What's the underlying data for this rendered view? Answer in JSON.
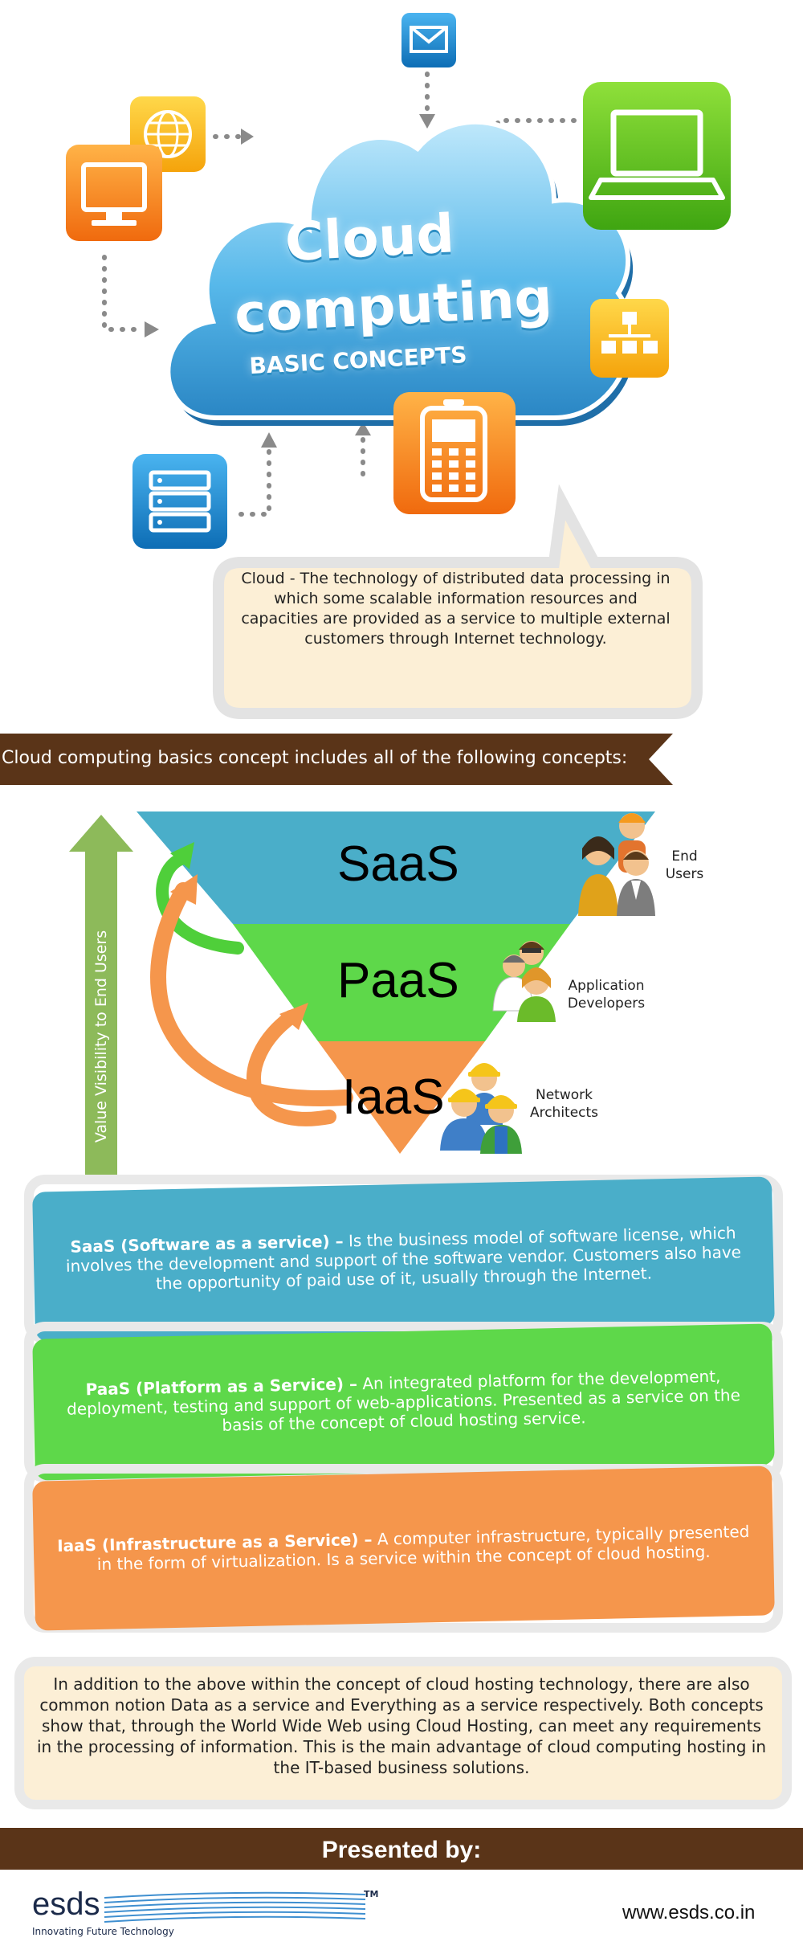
{
  "header": {
    "title_line1": "Cloud",
    "title_line2": "computing",
    "title_line3": "BASIC CONCEPTS",
    "cloud_definition": "Cloud - The technology of distributed data processing in which some scalable information resources and capacities are provided as a service to multiple external customers through Internet technology.",
    "icons": [
      "globe-icon",
      "monitor-icon",
      "mail-icon",
      "laptop-icon",
      "network-icon",
      "phone-icon",
      "server-icon"
    ]
  },
  "ribbon": {
    "text": "Cloud computing basics concept includes all of the following concepts:"
  },
  "pyramid": {
    "axis_label": "Value Visibility to End Users",
    "tiers": [
      {
        "label": "SaaS",
        "color": "#4aaec9",
        "audience": "End Users"
      },
      {
        "label": "PaaS",
        "color": "#5ed84a",
        "audience": "Application Developers"
      },
      {
        "label": "IaaS",
        "color": "#f5964c",
        "audience": "Network Architects"
      }
    ],
    "audience_lines": {
      "end": [
        "End",
        "Users"
      ],
      "dev": [
        "Application",
        "Developers"
      ],
      "net": [
        "Network",
        "Architects"
      ]
    }
  },
  "definitions": [
    {
      "term": "SaaS (Software as a service) –",
      "text": " Is the business model of software license, which involves the development and support of the software vendor. Customers also have the opportunity of paid use of it, usually through the Internet.",
      "color": "#4aaec9"
    },
    {
      "term": "PaaS (Platform as a Service) –",
      "text": " An integrated platform for the development, deployment, testing and support of web-applications. Presented as a service on the basis of the concept of cloud hosting service.",
      "color": "#5ed84a"
    },
    {
      "term": "IaaS (Infrastructure as a Service) –",
      "text": " A computer infrastructure, typically presented in the form of virtualization. Is a service within the concept of cloud hosting.",
      "color": "#f5964c"
    }
  ],
  "note": {
    "text": "In addition to the above within the concept of cloud hosting technology, there are also common notion Data as a service and Everything as a service respectively. Both concepts show that, through the World Wide Web using Cloud Hosting, can meet any requirements in the processing of information. This is the main advantage of cloud computing hosting in the IT-based business solutions."
  },
  "footer": {
    "presented_by": "Presented by:",
    "logo": "esds",
    "tagline": "Innovating Future Technology",
    "tm": "TM",
    "url": "www.esds.co.in"
  }
}
